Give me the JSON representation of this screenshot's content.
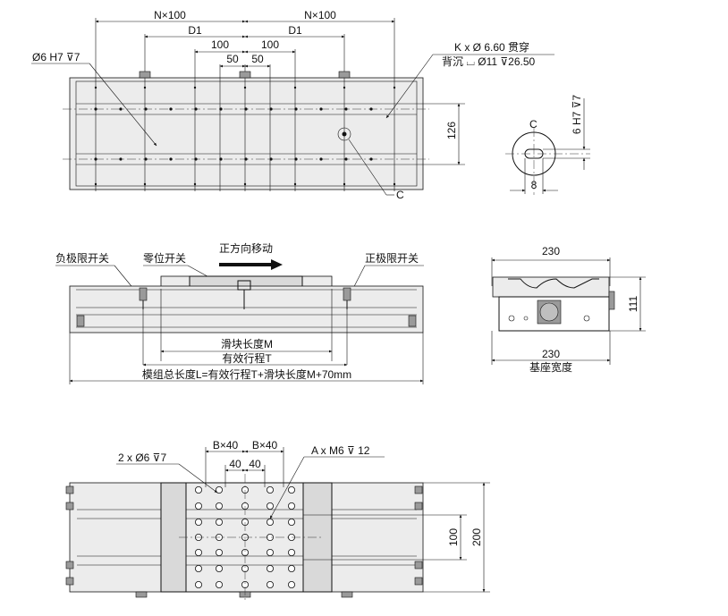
{
  "top_view": {
    "dim_n100_left": "N×100",
    "dim_n100_right": "N×100",
    "dim_d1_left": "D1",
    "dim_d1_right": "D1",
    "dim_100_left": "100",
    "dim_100_right": "100",
    "dim_50_left": "50",
    "dim_50_right": "50",
    "callout_pin": "Ø6 H7 ⊽7",
    "callout_through_1": "K x Ø  6.60  贯穿",
    "callout_through_2": "背沉 ⌴ Ø11 ⊽26.50",
    "dim_126": "126",
    "label_c": "C"
  },
  "detail_c": {
    "label": "C",
    "dim_depth": "6 H7 ⊽7",
    "dim_8": "8"
  },
  "side_view": {
    "direction": "正方向移动",
    "neg_limit": "负极限开关",
    "zero_switch": "零位开关",
    "pos_limit": "正极限开关",
    "slider_length": "滑块长度M",
    "effective_travel": "有效行程T",
    "total_length": "模组总长度L=有效行程T+滑块长度M+70mm"
  },
  "end_view": {
    "dim_230_top": "230",
    "dim_111": "111",
    "dim_230_bottom": "230",
    "base_width": "基座宽度"
  },
  "carriage_view": {
    "dim_bx40_left": "B×40",
    "dim_bx40_right": "B×40",
    "dim_40_left": "40",
    "dim_40_right": "40",
    "callout_pin": "2 x Ø6 ⊽7",
    "callout_thread": "A x M6  ⊽  12",
    "dim_100": "100",
    "dim_200": "200"
  }
}
